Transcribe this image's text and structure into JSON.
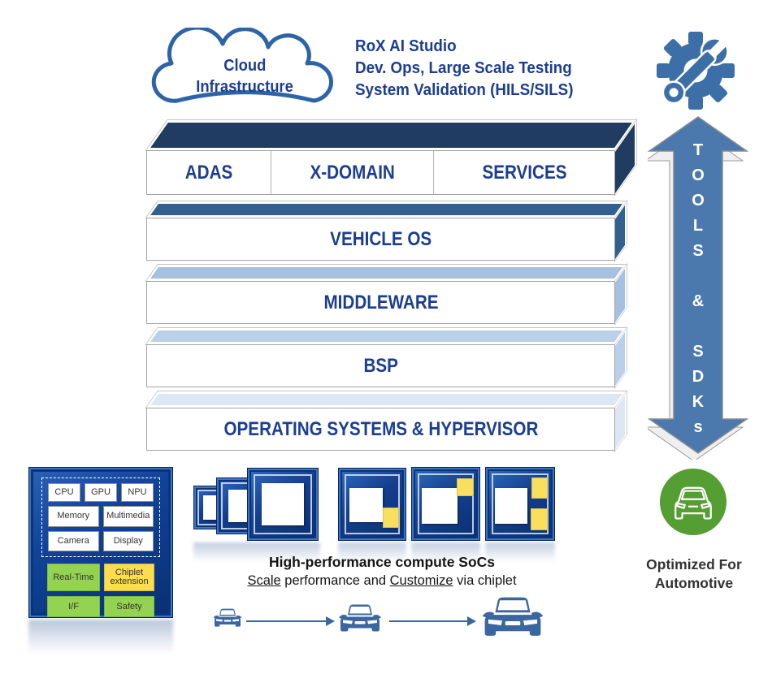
{
  "header": {
    "cloud_line1": "Cloud",
    "cloud_line2": "Infrastructure",
    "studio_line1": "RoX AI Studio",
    "studio_line2": "Dev. Ops, Large Scale Testing",
    "studio_line3": "System Validation (HILS/SILS)"
  },
  "tools": {
    "arrow_label": "TOOLS & SDKs",
    "arrow_color": "#4b79ae"
  },
  "stack": {
    "label_color": "#1c3e92",
    "top_segments": {
      "s1": "ADAS",
      "s2": "X-DOMAIN",
      "s3": "SERVICES"
    },
    "layer2_label": "VEHICLE OS",
    "layer3_label": "MIDDLEWARE",
    "layer4_label": "BSP",
    "layer5_label": "OPERATING SYSTEMS & HYPERVISOR",
    "top_surface_colors": {
      "layer1": "#203c60",
      "layer2": "#33608f",
      "layer3": "#a7c0e0",
      "layer4": "#bacfe8",
      "layer5": "#dde7f3"
    }
  },
  "chip": {
    "cpu": "CPU",
    "gpu": "GPU",
    "npu": "NPU",
    "memory": "Memory",
    "multimedia": "Multimedia",
    "camera": "Camera",
    "display": "Display",
    "realtime": "Real-Time",
    "chiplet": "Chiplet extension",
    "interface": "I/F",
    "safety": "Safety",
    "green": "#94d352",
    "yellow": "#fbdd4d",
    "body_blue": "#11479e"
  },
  "soc": {
    "title": "High-performance compute SoCs",
    "sub_part1": "Scale",
    "sub_part2": " performance and ",
    "sub_part3": "Customize",
    "sub_part4": " via chiplet"
  },
  "automotive": {
    "line1": "Optimized For",
    "line2": "Automotive",
    "badge_color": "#559e33"
  }
}
